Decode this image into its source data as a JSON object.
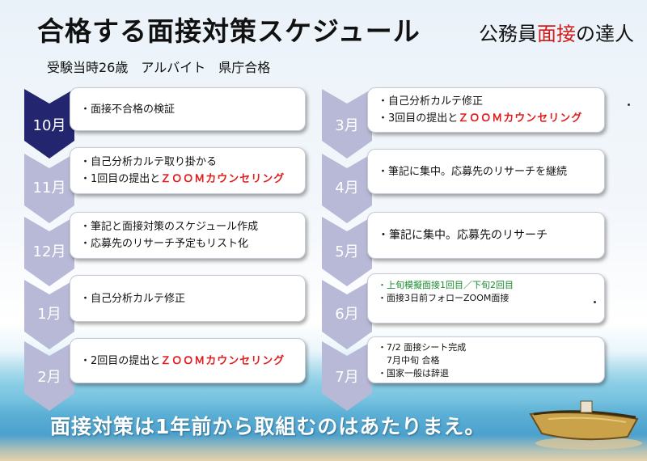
{
  "title": "合格する面接対策スケジュール",
  "subtitle": "受験当時26歳　アルバイト　県庁合格",
  "brand": {
    "part1": "公務員",
    "part2": "面接",
    "part3": "の達人"
  },
  "footer": "面接対策は1年前から取組むのはあたりまえ。",
  "colors": {
    "chevron_dark": "#23266e",
    "chevron_light": "#b8b9d6",
    "highlight": "#e21c1c",
    "green": "#1a8a2e"
  },
  "schedule_left": [
    {
      "month": "10月",
      "items": [
        {
          "prefix": "・面接不合格の検証"
        }
      ]
    },
    {
      "month": "11月",
      "items": [
        {
          "prefix": "・自己分析カルテ取り掛かる"
        },
        {
          "prefix": "・1回目の提出と",
          "highlight": "ＺＯＯＭ",
          "suffix": "カウンセリング"
        }
      ]
    },
    {
      "month": "12月",
      "items": [
        {
          "prefix": "・筆記と面接対策のスケジュール作成"
        },
        {
          "prefix": "・応募先のリサーチ予定もリスト化"
        }
      ]
    },
    {
      "month": "1月",
      "items": [
        {
          "prefix": "・自己分析カルテ修正"
        }
      ]
    },
    {
      "month": "2月",
      "items": [
        {
          "prefix": "・2回目の提出と",
          "highlight": "ＺＯＯＭ",
          "suffix": "カウンセリング"
        }
      ]
    }
  ],
  "schedule_right": [
    {
      "month": "3月",
      "items": [
        {
          "prefix": "・自己分析カルテ修正"
        },
        {
          "prefix": "・3回目の提出と",
          "highlight": "ＺＯＯＭ",
          "suffix": "カウンセリング"
        }
      ]
    },
    {
      "month": "4月",
      "items": [
        {
          "prefix": "・筆記に集中。応募先のリサーチを継続"
        }
      ]
    },
    {
      "month": "5月",
      "items": [
        {
          "prefix": "・筆記に集中。応募先のリサーチ"
        }
      ]
    },
    {
      "month": "6月",
      "items": [
        {
          "prefix": "・上旬模擬面接1回目／下旬2回目"
        },
        {
          "prefix": "・面接3日前フォローZOOM面接"
        }
      ]
    },
    {
      "month": "7月",
      "items": [
        {
          "prefix": "・7/2 面接シート完成"
        },
        {
          "prefix": "　7月中旬 合格"
        },
        {
          "prefix": "・国家一般は辞退"
        }
      ]
    }
  ]
}
